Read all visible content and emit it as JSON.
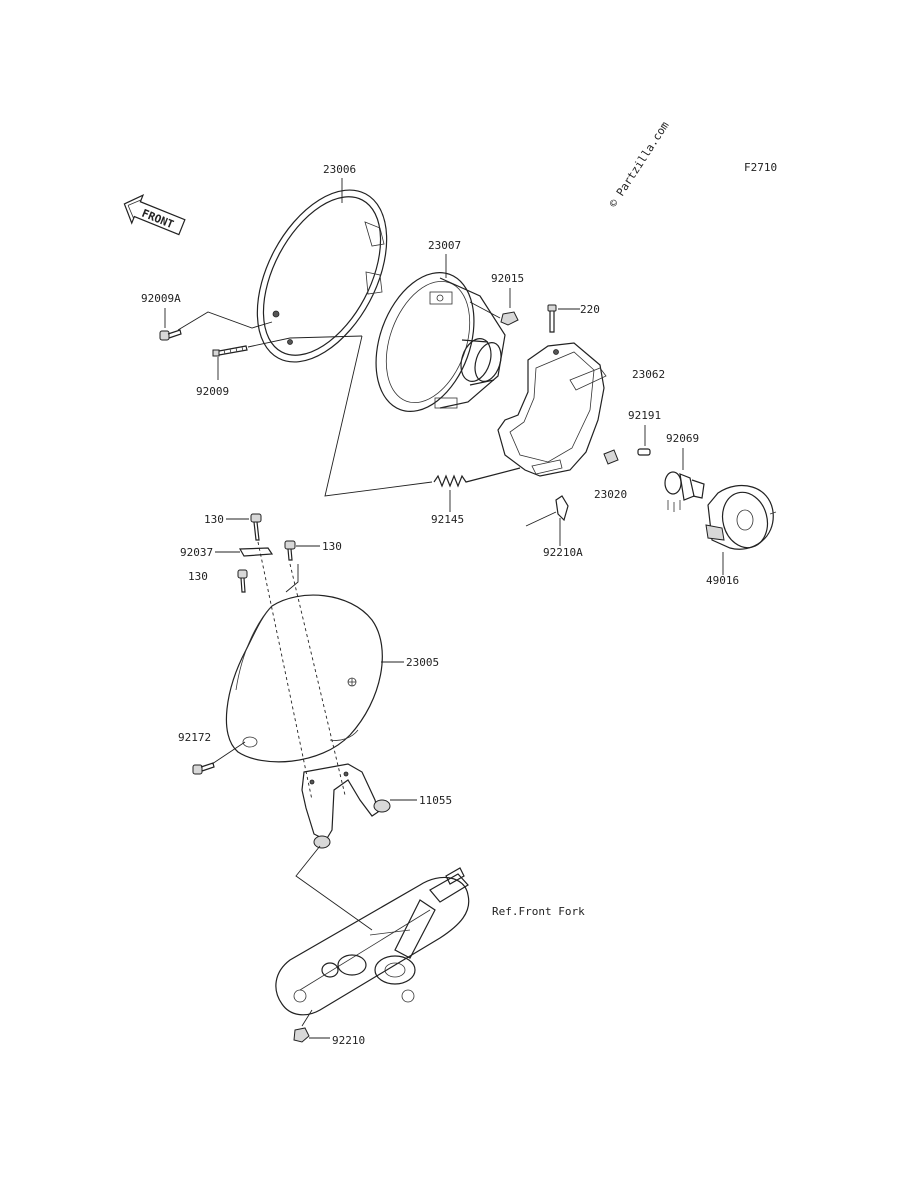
{
  "figure_code": "F2710",
  "watermark": "© Partzilla.com",
  "front_arrow": {
    "text": "FRONT",
    "icon": "front-direction-arrow-icon"
  },
  "reference_note": "Ref.Front Fork",
  "footer_text": "",
  "parts": [
    {
      "number": "23006"
    },
    {
      "number": "23007"
    },
    {
      "number": "92015"
    },
    {
      "number": "220"
    },
    {
      "number": "92009A"
    },
    {
      "number": "92009"
    },
    {
      "number": "23062"
    },
    {
      "number": "92191"
    },
    {
      "number": "92069"
    },
    {
      "number": "23020"
    },
    {
      "number": "92145"
    },
    {
      "number": "92210A"
    },
    {
      "number": "49016"
    },
    {
      "number": "130"
    },
    {
      "number": "92037"
    },
    {
      "number": "130"
    },
    {
      "number": "130"
    },
    {
      "number": "23005"
    },
    {
      "number": "92172"
    },
    {
      "number": "11055"
    },
    {
      "number": "92210"
    }
  ]
}
